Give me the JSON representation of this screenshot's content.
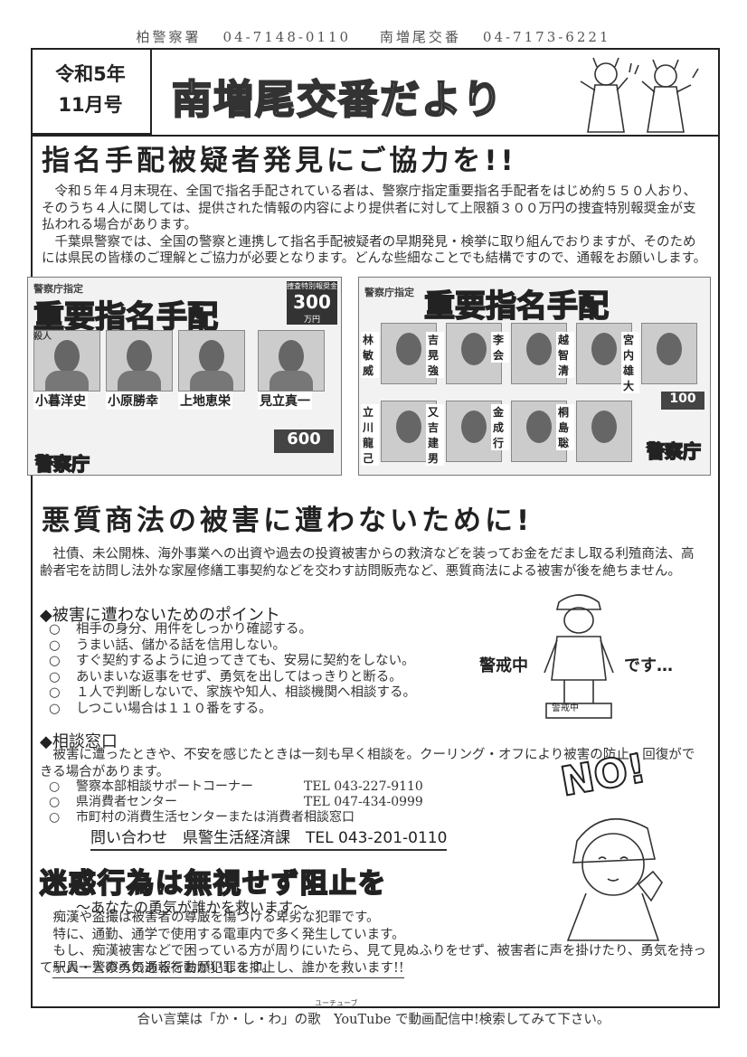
{
  "header": {
    "station": "柏警察署",
    "station_tel": "04-7148-0110",
    "koban": "南増尾交番",
    "koban_tel": "04-7173-6221",
    "issue_line1": "令和5年",
    "issue_line2": "11月号",
    "title": "南増尾交番だより"
  },
  "section1": {
    "heading": "指名手配被疑者発見にご協力を!!",
    "paragraphs": [
      "　令和５年４月末現在、全国で指名手配されている者は、警察庁指定重要指名手配者をはじめ約５５０人おり、そのうち４人に関しては、提供された情報の内容により提供者に対して上限額３００万円の捜査特別報奨金が支払われる場合があります。",
      "　千葉県警察では、全国の警察と連携して指名手配被疑者の早期発見・検挙に取り組んでおりますが、そのためには県民の皆様のご理解とご協力が必要となります。どんな些細なことでも結構ですので、通報をお願いします。"
    ]
  },
  "poster_left": {
    "designation": "警察庁指定",
    "title": "重要指名手配",
    "reward_label": "捜査特別報奨金",
    "reward": "300",
    "reward_unit": "万円",
    "reward2": "600",
    "agency": "警察庁",
    "names": [
      "小暮洋史",
      "小原勝幸",
      "上地恵栄",
      "見立真一"
    ],
    "crime": "殺人"
  },
  "poster_right": {
    "designation": "警察庁指定",
    "title": "重要指名手配",
    "agency": "警察庁",
    "reward": "100",
    "top_names": [
      "林 敏威",
      "吉晃 強",
      "李 会",
      "越智 清",
      "宮内 雄大"
    ],
    "bottom_names": [
      "立川 龍己",
      "又吉 建男",
      "金 成行",
      "桐島 聡"
    ]
  },
  "section2": {
    "heading": "悪質商法の被害に遭わないために!",
    "paragraph": "　社債、未公開株、海外事業への出資や過去の投資被害からの救済などを装ってお金をだまし取る利殖商法、高齢者宅を訪問し法外な家屋修繕工事契約などを交わす訪問販売など、悪質商法による被害が後を絶ちません。",
    "points_heading": "◆被害に遭わないためのポイント",
    "bullet_mark": "○",
    "points": [
      "相手の身分、用件をしっかり確認する。",
      "うまい話、儲かる話を信用しない。",
      "すぐ契約するように迫ってきても、安易に契約をしない。",
      "あいまいな返事をせず、勇気を出してはっきりと断る。",
      "１人で判断しないで、家族や知人、相談機関へ相談する。",
      "しつこい場合は１１０番をする。"
    ],
    "officer_caption_left": "警戒中",
    "officer_caption_right": "です…",
    "officer_plate": "警戒中",
    "consult_heading": "◆相談窓口",
    "consult_paragraph": "　被害に遭ったときや、不安を感じたときは一刻も早く相談を。クーリング・オフにより被害の防止・回復ができる場合があります。",
    "contacts": [
      {
        "name": "警察本部相談サポートコーナー",
        "tel": "TEL 043-227-9110"
      },
      {
        "name": "県消費者センター",
        "tel": "TEL 047-434-0999"
      },
      {
        "name": "市町村の消費生活センターまたは消費者相談窓口",
        "tel": ""
      }
    ],
    "inquiry": "問い合わせ　県警生活経済課　TEL 043-201-0110",
    "no_bubble": "NO!"
  },
  "section3": {
    "heading": "迷惑行為は無視せず阻止を",
    "subheading": "～あなたの勇気が誰かを救います～",
    "paragraph": "　痴漢や盗撮は被害者の尊厳を傷つける卑劣な犯罪です。\n　特に、通勤、通学で使用する電車内で多く発生しています。\n　もし、痴漢被害などで困っている方が周りにいたら、見て見ぬふりをせず、被害者に声を掛けたり、勇気を持って駅員・警察への通報をお願いします。",
    "closing": "一人一人の勇気ある行動が犯罪を抑止し、誰かを救います!!"
  },
  "footer": {
    "ruby": "ユーチューブ",
    "text": "合い言葉は「か・し・わ」の歌　YouTube で動画配信中!検索してみて下さい。"
  }
}
